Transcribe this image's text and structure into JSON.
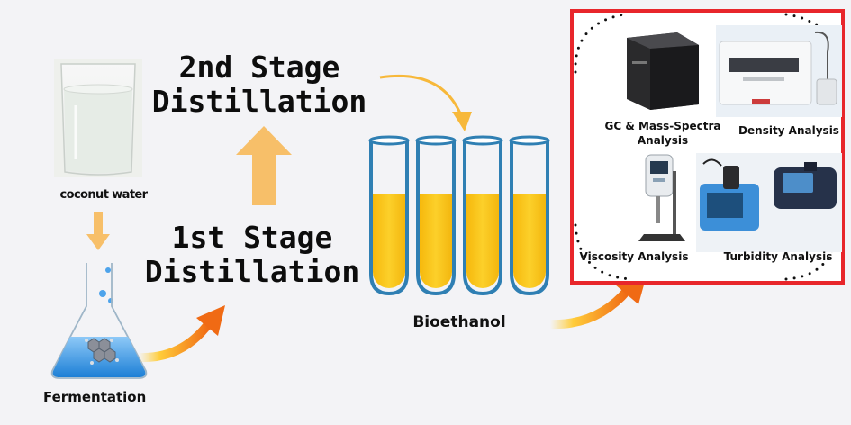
{
  "source": {
    "label": "coconut water"
  },
  "fermentation": {
    "label": "Fermentation"
  },
  "stage1": {
    "line1": "1st Stage",
    "line2": "Distillation"
  },
  "stage2": {
    "line1": "2nd Stage",
    "line2": "Distillation"
  },
  "product": {
    "label": "Bioethanol"
  },
  "analysis": {
    "items": [
      {
        "label_line1": "GC & Mass-Spectra",
        "label_line2": "Analysis"
      },
      {
        "label": "Density Analysis"
      },
      {
        "label": "Viscosity Analysis"
      },
      {
        "label": "Turbidity Analysis"
      }
    ]
  },
  "colors": {
    "frame": "#e8262b",
    "arrow_gradient_start": "#ffd34d",
    "arrow_gradient_end": "#f06a14",
    "ethanol": "#f6c21b",
    "up_arrow": "#f7bf69",
    "flask_liquid": "#3b9be6"
  }
}
